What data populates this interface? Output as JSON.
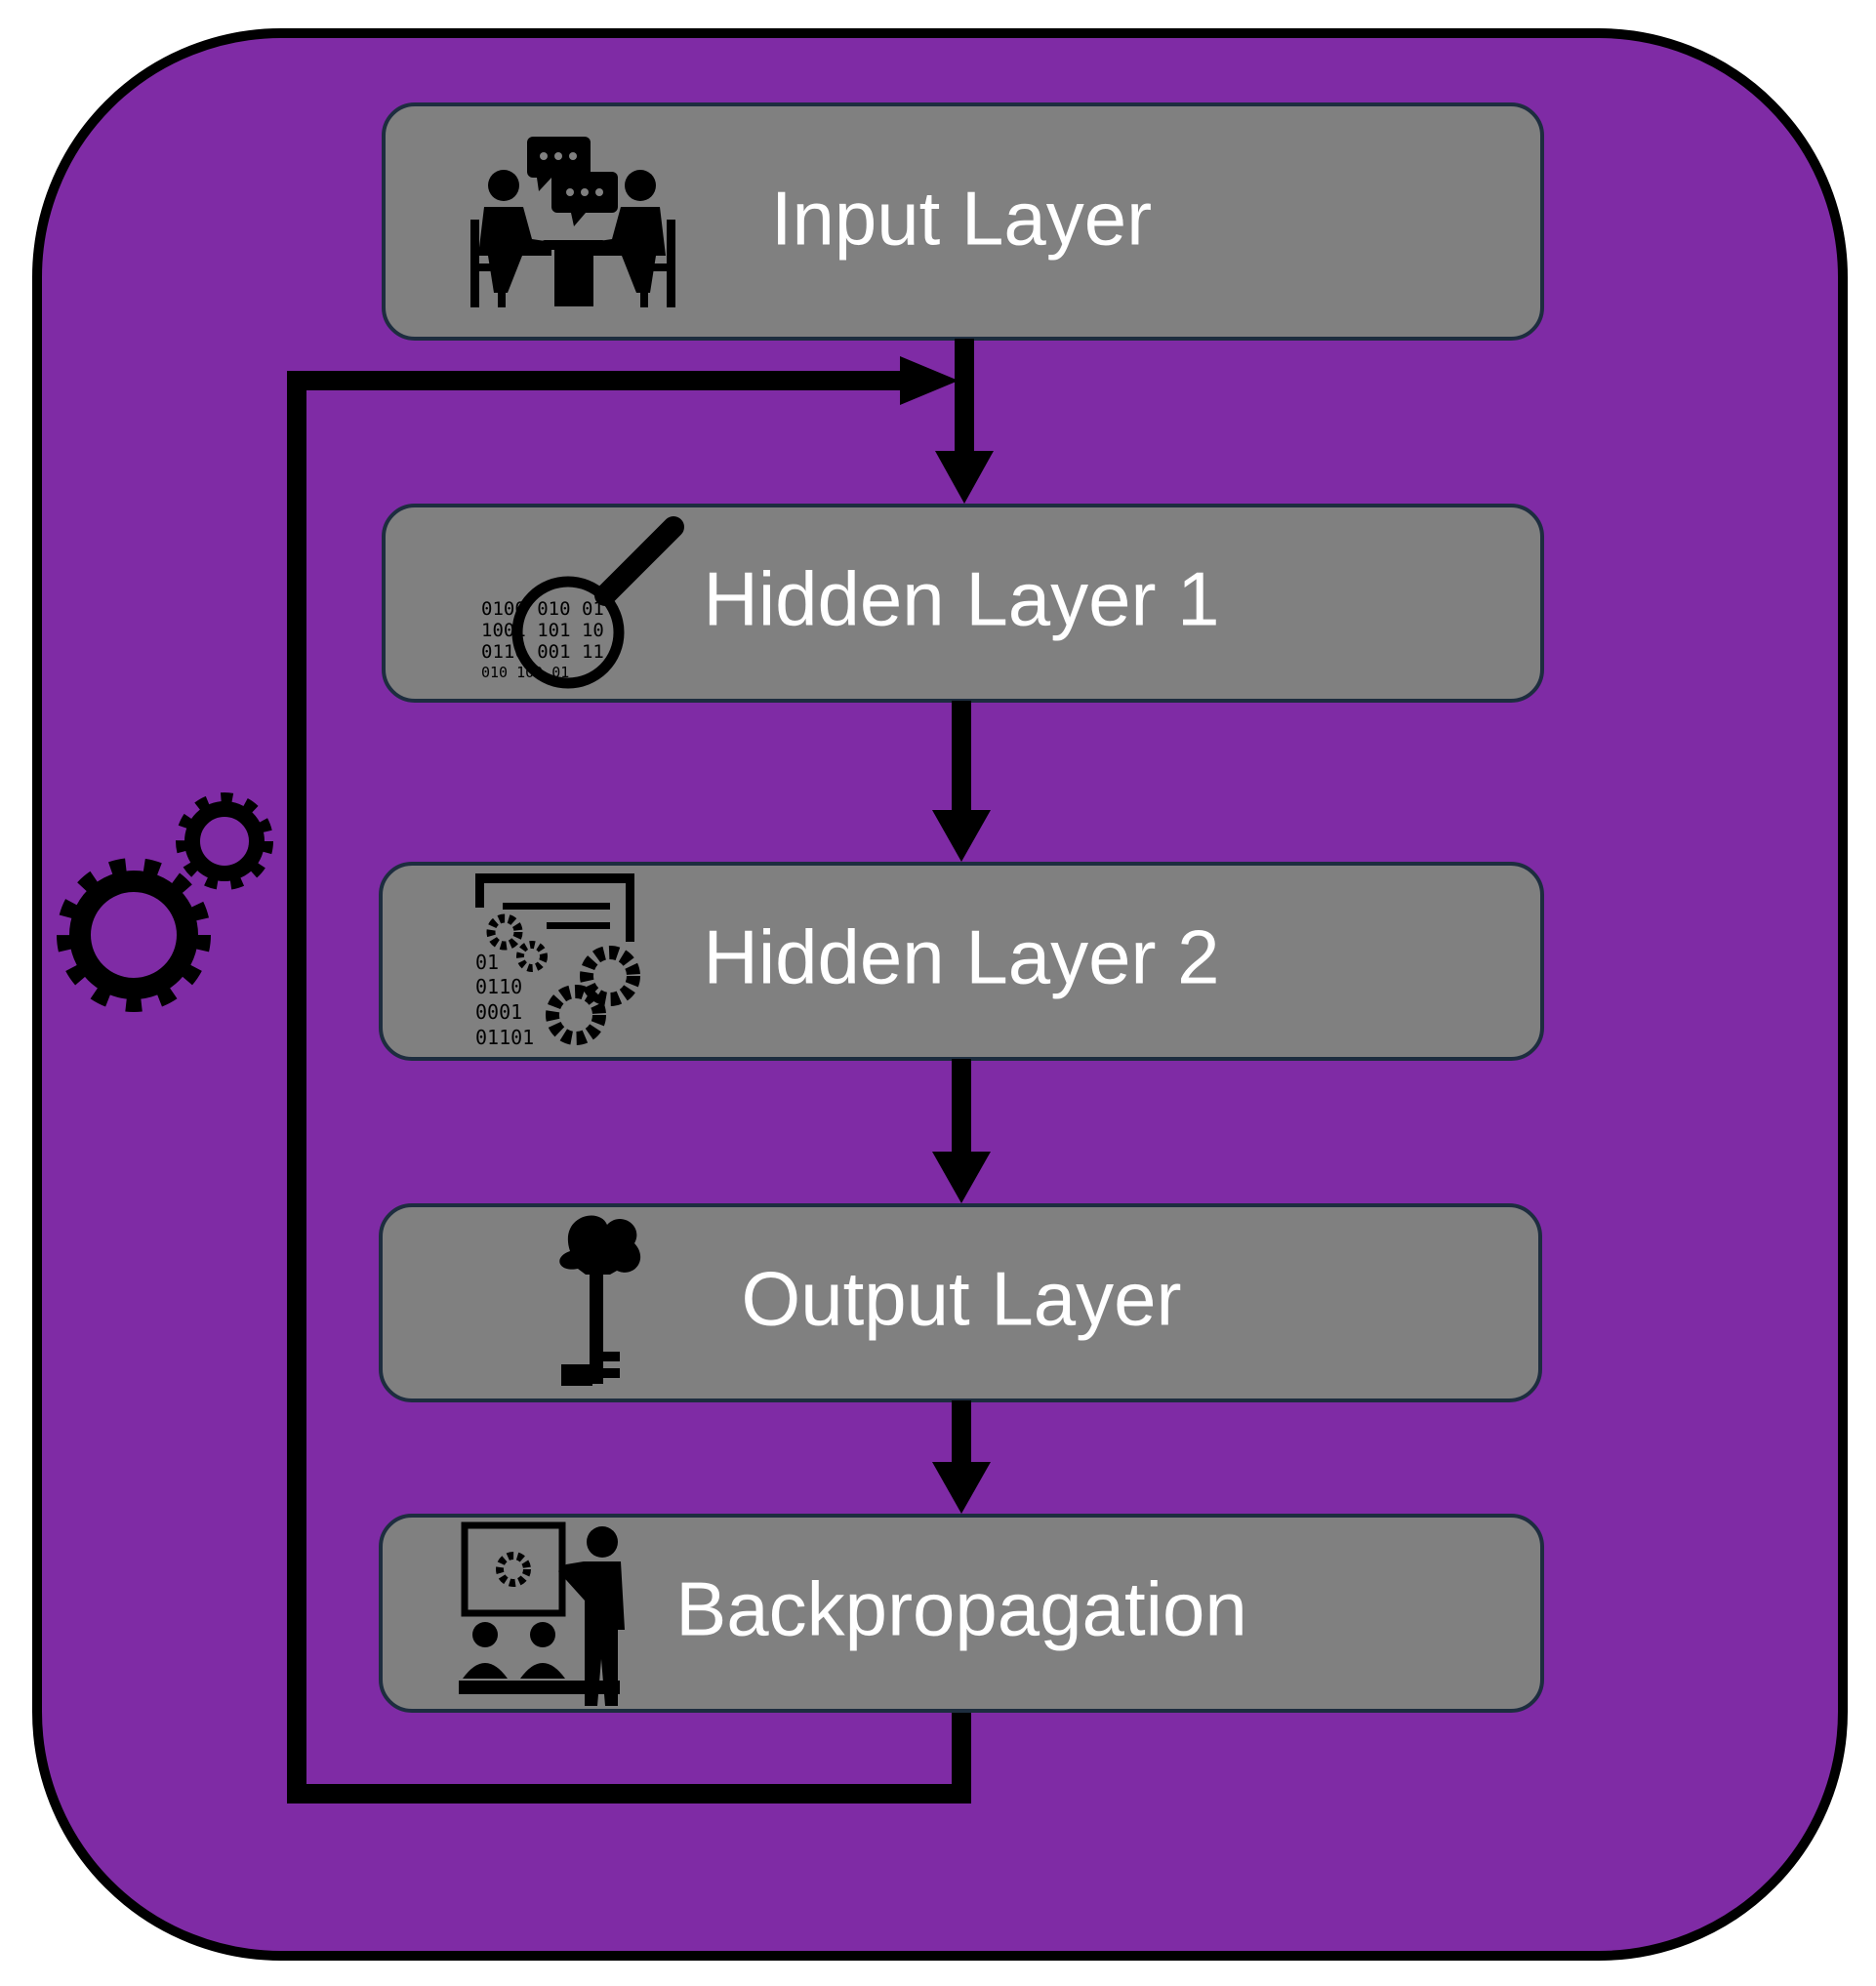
{
  "diagram": {
    "colors": {
      "panel": "#7f2ba5",
      "box": "#808080",
      "box_border": "#1d2d3f",
      "line": "#000000",
      "text": "#ffffff"
    },
    "layers": [
      {
        "label": "Input Layer",
        "icon": "meeting-people-icon"
      },
      {
        "label": "Hidden Layer 1",
        "icon": "binary-magnifier-icon"
      },
      {
        "label": "Hidden Layer 2",
        "icon": "binary-gears-icon"
      },
      {
        "label": "Output Layer",
        "icon": "key-icon"
      },
      {
        "label": "Backpropagation",
        "icon": "presentation-teacher-icon"
      }
    ],
    "side_icon": "gears-icon"
  }
}
